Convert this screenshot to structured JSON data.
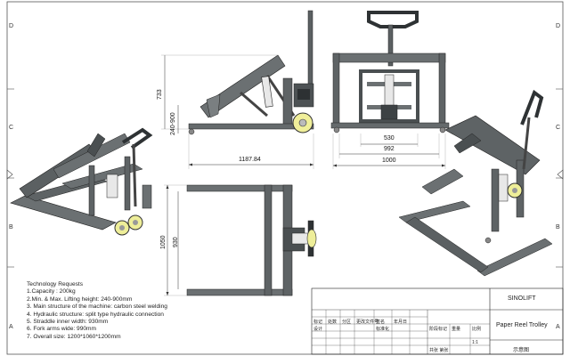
{
  "zones": {
    "left": [
      "D",
      "C",
      "B",
      "A"
    ],
    "right": [
      "D",
      "C",
      "B",
      "A"
    ]
  },
  "dimensions": {
    "side_height": "733",
    "lift_range": "240-900",
    "side_length": "1187.84",
    "front_inner": "530",
    "front_mid": "992",
    "front_outer": "1000",
    "plan_outer": "1050",
    "plan_inner": "930"
  },
  "requirements": {
    "title": "Technology Requests",
    "items": [
      "1.Capacity : 200kg",
      "2.Min. & Max. Lifting height: 240-900mm",
      "3. Main structure of the machine: carbon steel welding",
      "4. Hydraulic structure: split type hydraulic connection",
      "5. Straddle inner width:  930mm",
      "6. Fork arms wide:  990mm",
      "7. Overall size:  1200*1060*1200mm"
    ]
  },
  "title_block": {
    "company": "SINOLIFT",
    "product": "Paper Reel Trolley",
    "view_label": "示意图",
    "small_cells": [
      "标记",
      "处数",
      "分区",
      "更改文件号",
      "签名",
      "年月日"
    ],
    "row2": [
      "设计",
      "",
      "",
      "标准化",
      ""
    ],
    "stage": "阶段标记",
    "weight": "重量",
    "scale": "比例",
    "sheet": "共张 第张",
    "scale_val": "1:1"
  }
}
